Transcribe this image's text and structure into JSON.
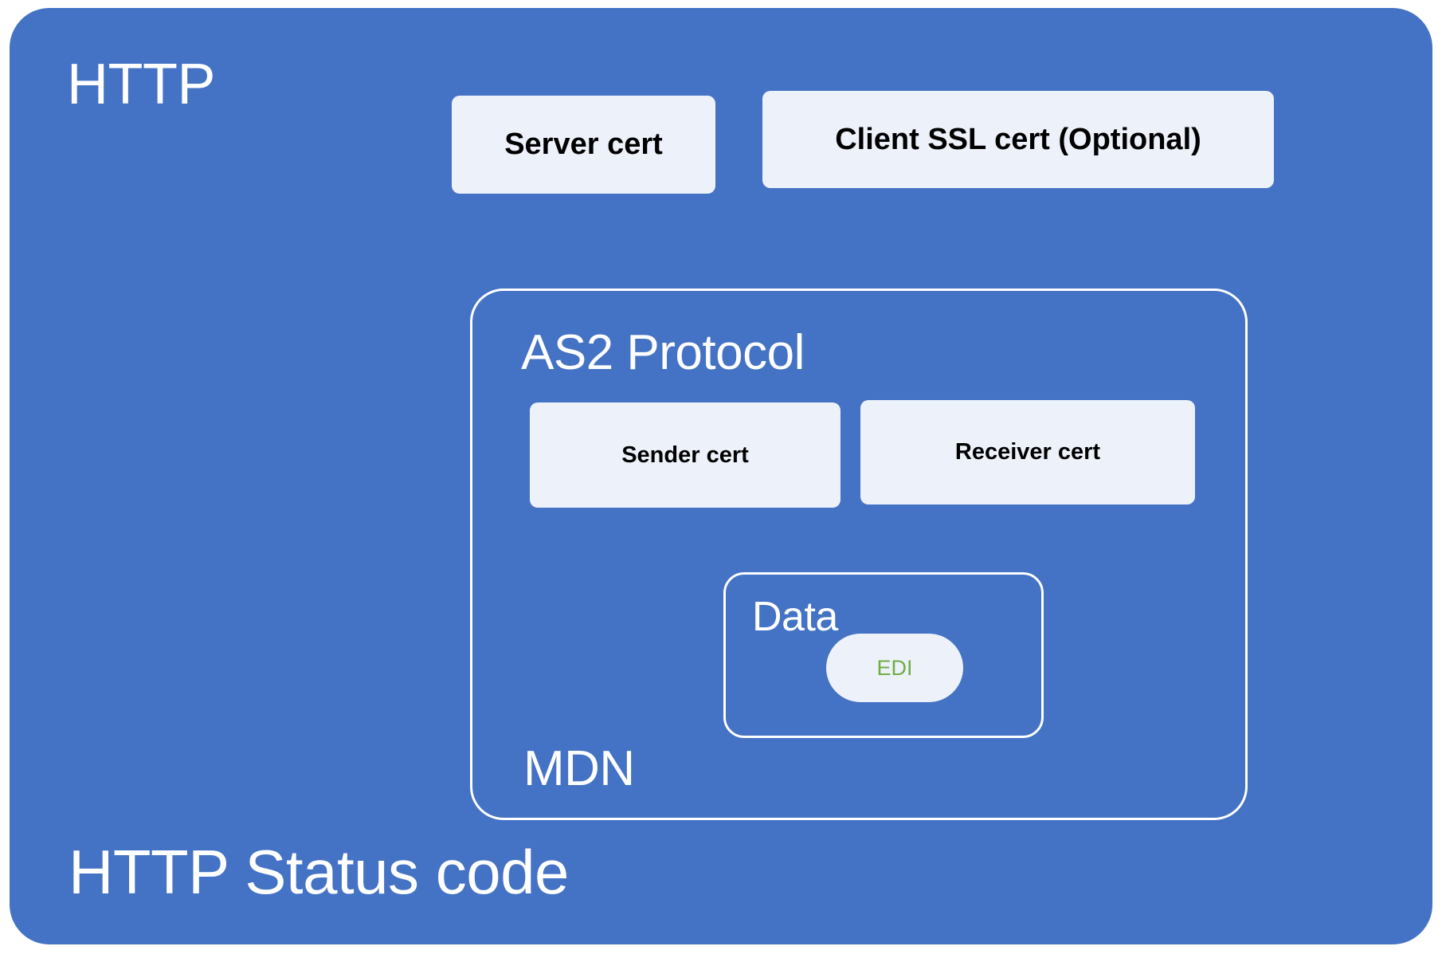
{
  "diagram": {
    "title": "AS2 over HTTP layered protocol diagram",
    "colors": {
      "container_blue": "#4472C4",
      "box_light": "#EDF1FA",
      "outline_white": "#FFFFFF",
      "edi_green": "#70AD47",
      "box_text_black": "#000000"
    },
    "outer_layer": {
      "label": "HTTP",
      "footer_label": "HTTP Status code",
      "certs": [
        {
          "label": "Server cert"
        },
        {
          "label": "Client SSL cert (Optional)"
        }
      ]
    },
    "as2_layer": {
      "label": "AS2 Protocol",
      "footer_label": "MDN",
      "certs": [
        {
          "label": "Sender cert"
        },
        {
          "label": "Receiver cert"
        }
      ]
    },
    "data_layer": {
      "label": "Data",
      "payload": {
        "label": "EDI"
      }
    }
  }
}
